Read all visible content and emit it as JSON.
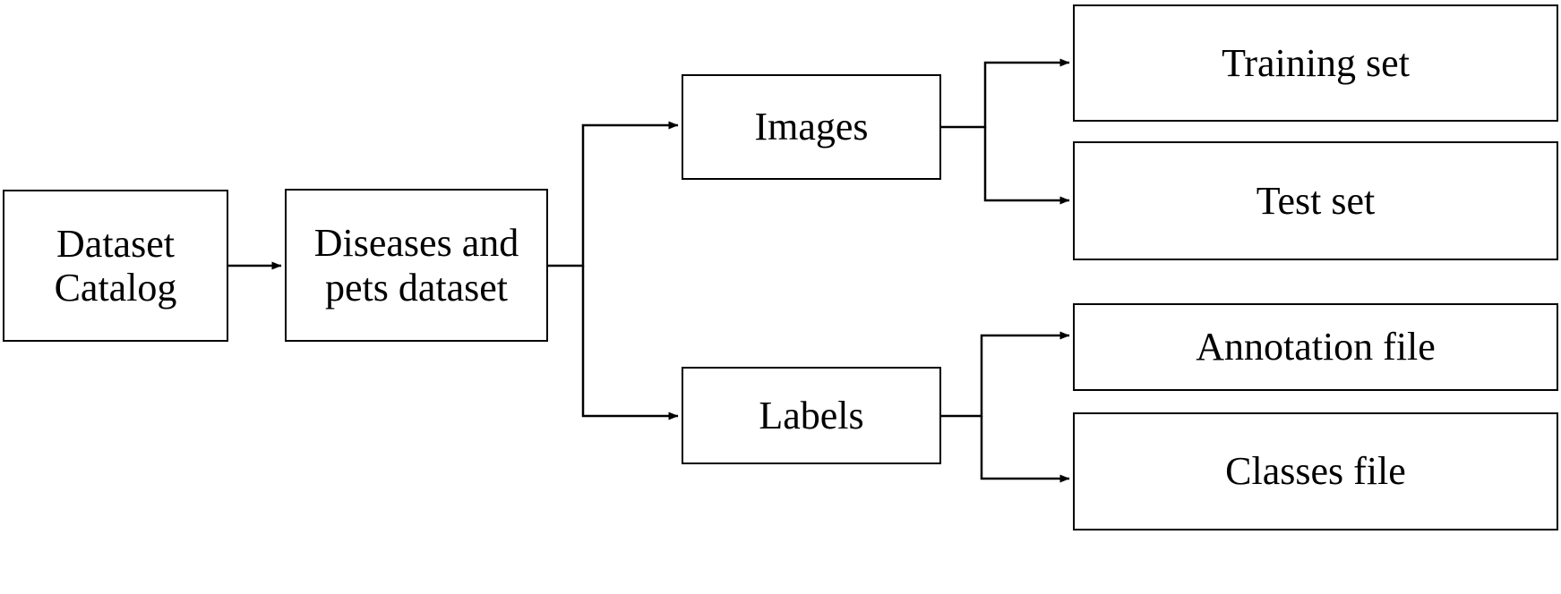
{
  "diagram": {
    "title": "Dataset catalog structure flowchart",
    "type": "flowchart",
    "orientation": "left-to-right",
    "background_color": "#ffffff",
    "line_color": "#000000",
    "text_color": "#000000",
    "nodes": {
      "dataset_catalog": "Dataset\nCatalog",
      "diseases_pets_dataset": "Diseases and\npets dataset",
      "images": "Images",
      "labels": "Labels",
      "training_set": "Training set",
      "test_set": "Test set",
      "annotation_file": "Annotation file",
      "classes_file": "Classes file"
    },
    "edges": [
      {
        "from": "dataset_catalog",
        "to": "diseases_pets_dataset",
        "arrow": true
      },
      {
        "from": "diseases_pets_dataset",
        "to": "images",
        "arrow": true
      },
      {
        "from": "diseases_pets_dataset",
        "to": "labels",
        "arrow": true
      },
      {
        "from": "images",
        "to": "training_set",
        "arrow": true
      },
      {
        "from": "images",
        "to": "test_set",
        "arrow": true
      },
      {
        "from": "labels",
        "to": "annotation_file",
        "arrow": true
      },
      {
        "from": "labels",
        "to": "classes_file",
        "arrow": true
      }
    ]
  }
}
